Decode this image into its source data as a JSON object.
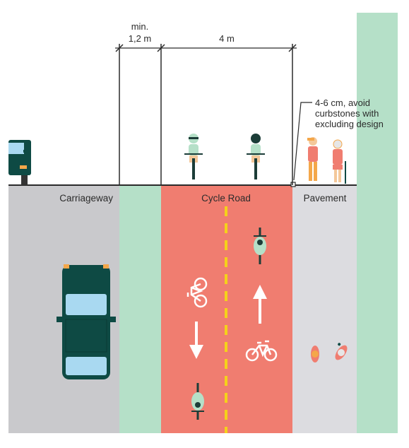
{
  "dimensions": {
    "min_label_line1": "min.",
    "min_label_line2": "1,2 m",
    "cycle_width": "4 m"
  },
  "annotation": {
    "line1": "4-6 cm, avoid",
    "line2": "curbstones with",
    "line3": "excluding design"
  },
  "zones": {
    "carriageway": "Carriageway",
    "cycle_road": "Cycle Road",
    "pavement": "Pavement"
  },
  "colors": {
    "carriageway": "#c9c9cc",
    "buffer": "#b5e0c8",
    "cycle_road": "#f07d70",
    "pavement": "#dcdce0",
    "centre_line": "#f5d21a",
    "car_body": "#0e4a44",
    "car_window": "#a9d9f1",
    "cyclist_shirt": "#b5e0c8",
    "cyclist_dark": "#1c3d38"
  },
  "icons": [
    "car-icon",
    "cyclist-icon",
    "bicycle-icon",
    "arrow-icon",
    "pedestrian-icon",
    "elderly-pedestrian-icon"
  ]
}
